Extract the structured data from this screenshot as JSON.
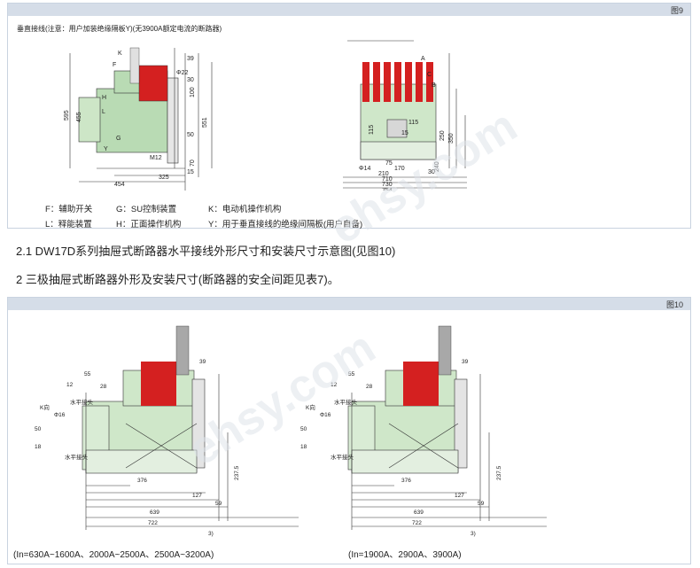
{
  "figure9": {
    "label": "图9",
    "note": "垂直接线(注意：用户加装绝缘隔板Y)(无3900A额定电流的断路器)",
    "legend": [
      "F：辅助开关",
      "G：SU控制装置",
      "K：电动机操作机构",
      "L：释能装置",
      "H：正面操作机构",
      "Y：用于垂直接线的绝缘间隔板(用户自备)"
    ],
    "left_dims": [
      "K",
      "F",
      "H",
      "L",
      "G",
      "Y",
      "595",
      "455",
      "39",
      "Φ22",
      "30",
      "100",
      "551",
      "50",
      "M12",
      "70",
      "15",
      "454",
      "325"
    ],
    "right_dims": [
      "A",
      "C",
      "B",
      "115",
      "250",
      "350",
      "115",
      "15",
      "Φ14",
      "75",
      "210",
      "170",
      "710",
      "730",
      "754",
      "240",
      "30"
    ]
  },
  "paragraphs": [
    "2.1 DW17D系列抽屉式断路器水平接线外形尺寸和安装尺寸示意图(见图10)",
    "2 三极抽屉式断路器外形及安装尺寸(断路器的安全间距见表7)。"
  ],
  "figure10": {
    "label": "图10",
    "drawings": [
      {
        "caption": "(In=630A~1600A、2000A~2500A、2500A~3200A)",
        "dims": [
          "55",
          "12",
          "28",
          "39",
          "K向",
          "Φ16",
          "水平接头",
          "50",
          "18",
          "水平接头",
          "237.5",
          "376",
          "127",
          "59",
          "639",
          "722",
          "3)"
        ]
      },
      {
        "caption": "(In=1900A、2900A、3900A)",
        "dims": [
          "55",
          "12",
          "28",
          "39",
          "K向",
          "Φ16",
          "水平接头",
          "50",
          "18",
          "水平接头",
          "237.5",
          "376",
          "127",
          "59",
          "639",
          "722",
          "3)"
        ]
      }
    ]
  },
  "watermark": "ehsy.com"
}
